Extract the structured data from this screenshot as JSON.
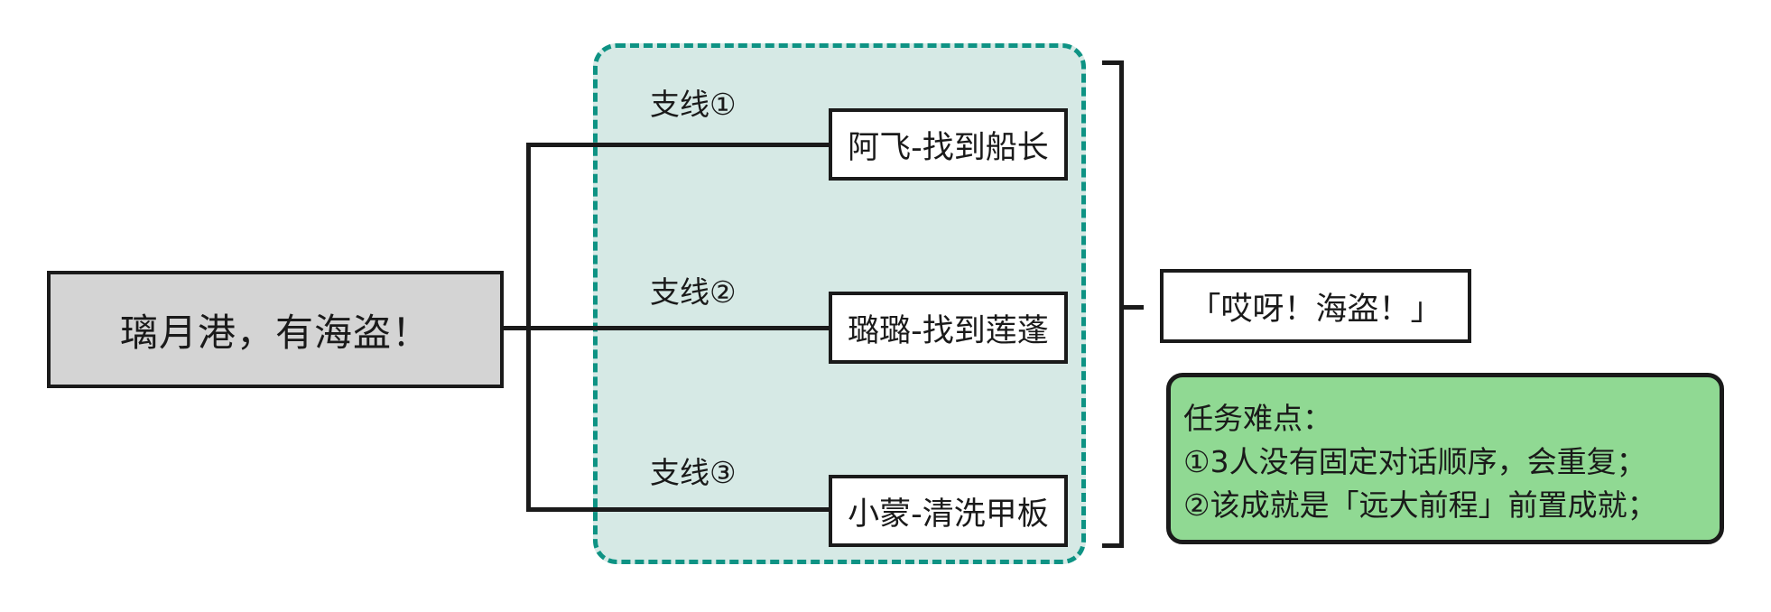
{
  "diagram": {
    "root": {
      "label": "璃月港，有海盗！"
    },
    "branches": [
      {
        "label": "支线①",
        "task": "阿飞-找到船长"
      },
      {
        "label": "支线②",
        "task": "璐璐-找到莲蓬"
      },
      {
        "label": "支线③",
        "task": "小蒙-清洗甲板"
      }
    ],
    "outcome": {
      "label": "「哎呀！海盗！」"
    },
    "notes": {
      "title": "任务难点：",
      "items": [
        "①3人没有固定对话顺序，会重复；",
        "②该成就是「远大前程」前置成就；"
      ]
    },
    "colors": {
      "root_fill": "#d4d4d4",
      "branch_container_fill": "#d6e9e5",
      "branch_container_border": "#0e9384",
      "notes_fill": "#90d993",
      "line": "#1a1a1a"
    }
  }
}
